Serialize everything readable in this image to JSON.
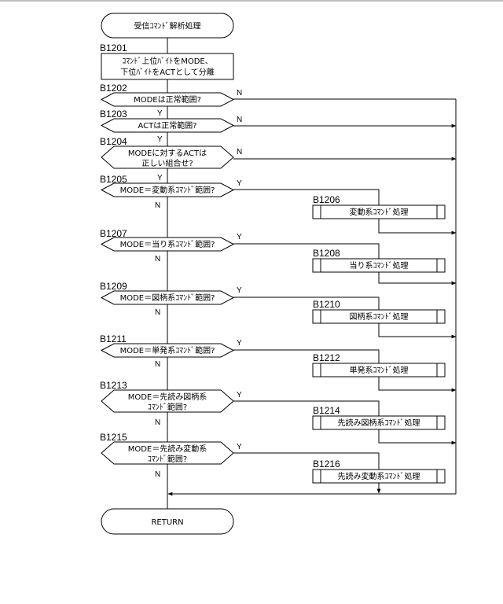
{
  "start": "受信ｺﾏﾝﾄﾞ解析処理",
  "end": "RETURN",
  "yes": "Y",
  "no": "N",
  "steps": {
    "b1201": {
      "id": "B1201",
      "lines": [
        "ｺﾏﾝﾄﾞ上位ﾊﾞｲﾄをMODE、",
        "下位ﾊﾞｲﾄをACTとして分離"
      ]
    },
    "b1202": {
      "id": "B1202",
      "lines": [
        "MODEは正常範囲?"
      ]
    },
    "b1203": {
      "id": "B1203",
      "lines": [
        "ACTは正常範囲?"
      ]
    },
    "b1204": {
      "id": "B1204",
      "lines": [
        "MODEに対するACTは",
        "正しい組合せ?"
      ]
    },
    "b1205": {
      "id": "B1205",
      "lines": [
        "MODE＝変動系ｺﾏﾝﾄﾞ範囲?"
      ]
    },
    "b1206": {
      "id": "B1206",
      "lines": [
        "変動系ｺﾏﾝﾄﾞ処理"
      ]
    },
    "b1207": {
      "id": "B1207",
      "lines": [
        "MODE＝当り系ｺﾏﾝﾄﾞ範囲?"
      ]
    },
    "b1208": {
      "id": "B1208",
      "lines": [
        "当り系ｺﾏﾝﾄﾞ処理"
      ]
    },
    "b1209": {
      "id": "B1209",
      "lines": [
        "MODE＝図柄系ｺﾏﾝﾄﾞ範囲?"
      ]
    },
    "b1210": {
      "id": "B1210",
      "lines": [
        "図柄系ｺﾏﾝﾄﾞ処理"
      ]
    },
    "b1211": {
      "id": "B1211",
      "lines": [
        "MODE＝単発系ｺﾏﾝﾄﾞ範囲?"
      ]
    },
    "b1212": {
      "id": "B1212",
      "lines": [
        "単発系ｺﾏﾝﾄﾞ処理"
      ]
    },
    "b1213": {
      "id": "B1213",
      "lines": [
        "MODE＝先読み図柄系",
        "ｺﾏﾝﾄﾞ範囲?"
      ]
    },
    "b1214": {
      "id": "B1214",
      "lines": [
        "先読み図柄系ｺﾏﾝﾄﾞ処理"
      ]
    },
    "b1215": {
      "id": "B1215",
      "lines": [
        "MODE＝先読み変動系",
        "ｺﾏﾝﾄﾞ範囲?"
      ]
    },
    "b1216": {
      "id": "B1216",
      "lines": [
        "先読み変動系ｺﾏﾝﾄﾞ処理"
      ]
    }
  }
}
